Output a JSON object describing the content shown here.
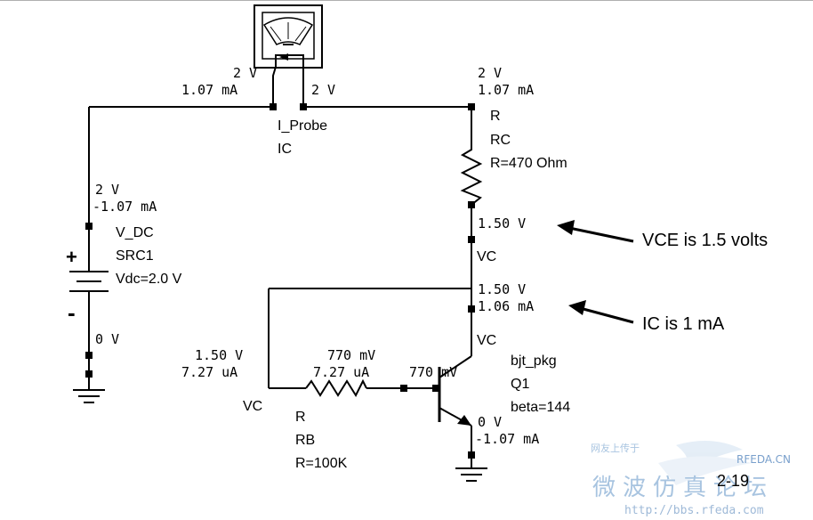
{
  "meter_probe": {
    "top_voltage": "2 V",
    "current": "1.07 mA",
    "right_voltage": "2 V",
    "type_label": "I_Probe",
    "instance_label": "IC"
  },
  "resistor_rc": {
    "node_voltage": "2 V",
    "node_current": "1.07 mA",
    "type_label": "R",
    "instance_label": "RC",
    "value_label": "R=470 Ohm"
  },
  "vce_node": {
    "voltage": "1.50 V",
    "net_label": "VC"
  },
  "collector_node": {
    "voltage": "1.50 V",
    "current": "1.06 mA",
    "net_label": "VC"
  },
  "source": {
    "node_voltage": "2 V",
    "node_current": "-1.07 mA",
    "type_label": "V_DC",
    "instance_label": "SRC1",
    "value_label": "Vdc=2.0 V",
    "plus_sign": "+",
    "minus_sign": "-",
    "ground_voltage": "0 V"
  },
  "base_left_node": {
    "voltage": "1.50 V",
    "current": "7.27 uA",
    "net_label": "VC"
  },
  "resistor_rb": {
    "right_voltage": "770 mV",
    "current": "7.27 uA",
    "type_label": "R",
    "instance_label": "RB",
    "value_label": "R=100K"
  },
  "transistor": {
    "base_voltage": "770 mV",
    "package_label": "bjt_pkg",
    "instance_label": "Q1",
    "beta_label": "beta=144",
    "emitter_voltage": "0 V",
    "emitter_current": "-1.07 mA"
  },
  "annotations": {
    "vce_note": "VCE is 1.5 volts",
    "ic_note": "IC is 1 mA"
  },
  "figure_number": "2-19",
  "watermark": {
    "small_text": "网友上传于",
    "brand": "RFEDA.CN",
    "title": "微波仿真论坛",
    "url": "http://bbs.rfeda.com"
  }
}
